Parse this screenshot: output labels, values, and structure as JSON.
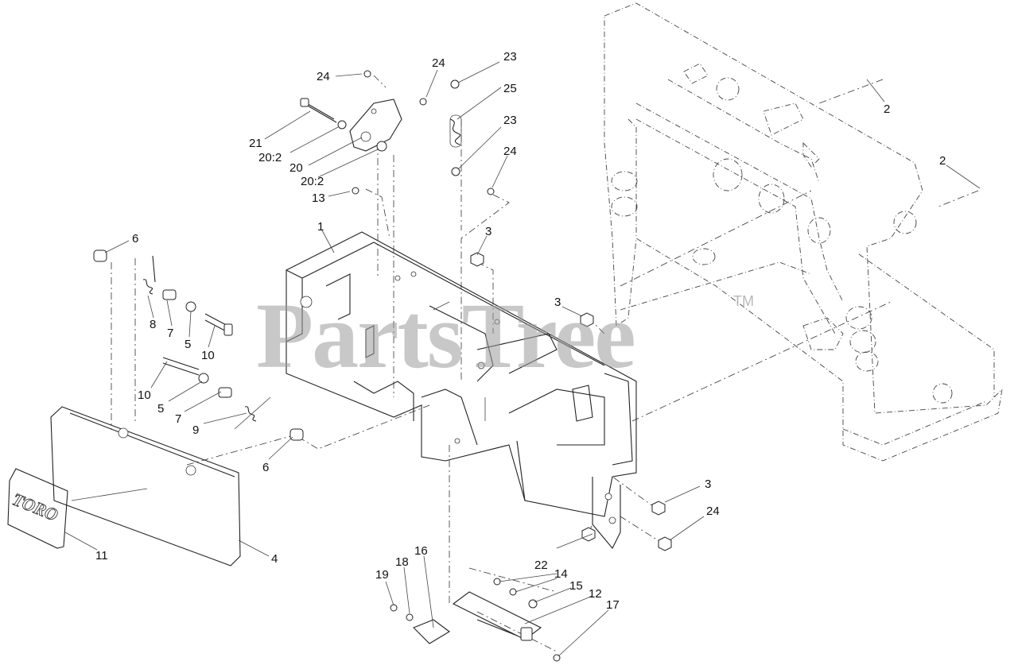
{
  "watermark": {
    "text": "PartsTree",
    "trademark": "TM"
  },
  "decal_logo": "TORO",
  "callouts": [
    {
      "id": "c-24a",
      "text": "24"
    },
    {
      "id": "c-24b",
      "text": "24"
    },
    {
      "id": "c-23a",
      "text": "23"
    },
    {
      "id": "c-25",
      "text": "25"
    },
    {
      "id": "c-23b",
      "text": "23"
    },
    {
      "id": "c-24c",
      "text": "24"
    },
    {
      "id": "c-21",
      "text": "21"
    },
    {
      "id": "c-20-2a",
      "text": "20:2"
    },
    {
      "id": "c-20",
      "text": "20"
    },
    {
      "id": "c-20-2b",
      "text": "20:2"
    },
    {
      "id": "c-13",
      "text": "13"
    },
    {
      "id": "c-2a",
      "text": "2"
    },
    {
      "id": "c-2b",
      "text": "2"
    },
    {
      "id": "c-1",
      "text": "1"
    },
    {
      "id": "c-3a",
      "text": "3"
    },
    {
      "id": "c-3b",
      "text": "3"
    },
    {
      "id": "c-6a",
      "text": "6"
    },
    {
      "id": "c-8",
      "text": "8"
    },
    {
      "id": "c-7a",
      "text": "7"
    },
    {
      "id": "c-5a",
      "text": "5"
    },
    {
      "id": "c-10a",
      "text": "10"
    },
    {
      "id": "c-10b",
      "text": "10"
    },
    {
      "id": "c-5b",
      "text": "5"
    },
    {
      "id": "c-7b",
      "text": "7"
    },
    {
      "id": "c-9",
      "text": "9"
    },
    {
      "id": "c-6b",
      "text": "6"
    },
    {
      "id": "c-11",
      "text": "11"
    },
    {
      "id": "c-4",
      "text": "4"
    },
    {
      "id": "c-3c",
      "text": "3"
    },
    {
      "id": "c-24d",
      "text": "24"
    },
    {
      "id": "c-22",
      "text": "22"
    },
    {
      "id": "c-16",
      "text": "16"
    },
    {
      "id": "c-14",
      "text": "14"
    },
    {
      "id": "c-19",
      "text": "19"
    },
    {
      "id": "c-18",
      "text": "18"
    },
    {
      "id": "c-15",
      "text": "15"
    },
    {
      "id": "c-12",
      "text": "12"
    },
    {
      "id": "c-17",
      "text": "17"
    }
  ]
}
